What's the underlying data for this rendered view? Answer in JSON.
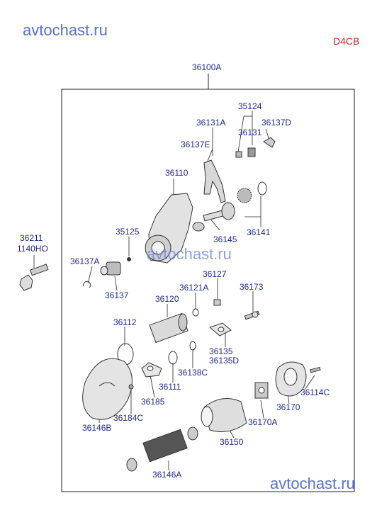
{
  "watermarks": {
    "top": "avtochast.ru",
    "middle": "avtochast.ru",
    "bottom": "avtochast.ru"
  },
  "engine_code": "D4CB",
  "assembly_label": "36100A",
  "parts": [
    {
      "key": "p36211",
      "text": "36211"
    },
    {
      "key": "p1140ho",
      "text": "1140HO"
    },
    {
      "key": "p35124",
      "text": "35124"
    },
    {
      "key": "p36131a",
      "text": "36131A"
    },
    {
      "key": "p36131",
      "text": "36131"
    },
    {
      "key": "p36137d",
      "text": "36137D"
    },
    {
      "key": "p36137e",
      "text": "36137E"
    },
    {
      "key": "p36110",
      "text": "36110"
    },
    {
      "key": "p35125",
      "text": "35125"
    },
    {
      "key": "p36145",
      "text": "36145"
    },
    {
      "key": "p36141",
      "text": "36141"
    },
    {
      "key": "p36137a",
      "text": "36137A"
    },
    {
      "key": "p36137",
      "text": "36137"
    },
    {
      "key": "p36127",
      "text": "36127"
    },
    {
      "key": "p36121a",
      "text": "36121A"
    },
    {
      "key": "p36173",
      "text": "36173"
    },
    {
      "key": "p36120",
      "text": "36120"
    },
    {
      "key": "p36112",
      "text": "36112"
    },
    {
      "key": "p36135",
      "text": "36135"
    },
    {
      "key": "p36135d",
      "text": "36135D"
    },
    {
      "key": "p36138c",
      "text": "36138C"
    },
    {
      "key": "p36111",
      "text": "36111"
    },
    {
      "key": "p36114c",
      "text": "36114C"
    },
    {
      "key": "p36185",
      "text": "36185"
    },
    {
      "key": "p36170",
      "text": "36170"
    },
    {
      "key": "p36184c",
      "text": "36184C"
    },
    {
      "key": "p36146b",
      "text": "36146B"
    },
    {
      "key": "p36170a",
      "text": "36170A"
    },
    {
      "key": "p36150",
      "text": "36150"
    },
    {
      "key": "p36146a",
      "text": "36146A"
    }
  ]
}
